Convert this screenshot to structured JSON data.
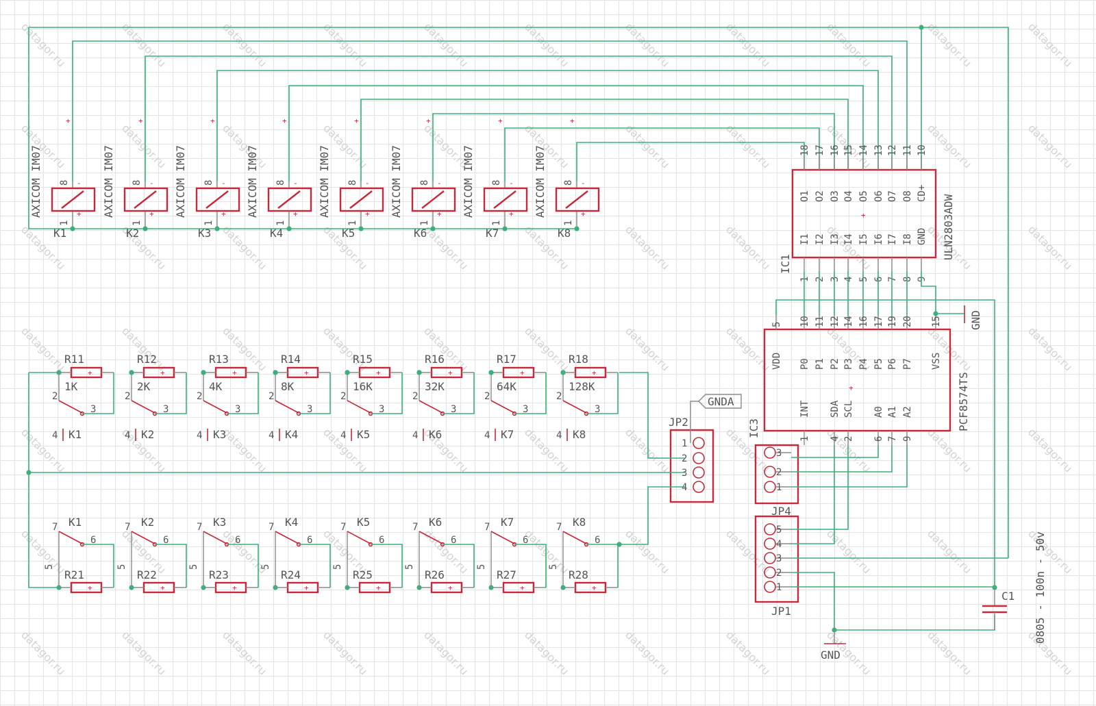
{
  "watermark": "datagor.ru",
  "colors": {
    "wire": "#3ab07a",
    "part": "#c8283a",
    "text": "#555555",
    "grid": "#e4e4e4"
  },
  "relays": [
    {
      "name": "K1",
      "type": "AXICOM IM07"
    },
    {
      "name": "K2",
      "type": "AXICOM IM07"
    },
    {
      "name": "K3",
      "type": "AXICOM IM07"
    },
    {
      "name": "K4",
      "type": "AXICOM IM07"
    },
    {
      "name": "K5",
      "type": "AXICOM IM07"
    },
    {
      "name": "K6",
      "type": "AXICOM IM07"
    },
    {
      "name": "K7",
      "type": "AXICOM IM07"
    },
    {
      "name": "K8",
      "type": "AXICOM IM07"
    }
  ],
  "relay_pins": {
    "top": "8",
    "bottom": "1",
    "minus": "-",
    "plus": "+"
  },
  "top_resistors": [
    {
      "name": "R11",
      "value": "1K"
    },
    {
      "name": "R12",
      "value": "2K"
    },
    {
      "name": "R13",
      "value": "4K"
    },
    {
      "name": "R14",
      "value": "8K"
    },
    {
      "name": "R15",
      "value": "16K"
    },
    {
      "name": "R16",
      "value": "32K"
    },
    {
      "name": "R17",
      "value": "64K"
    },
    {
      "name": "R18",
      "value": "128K"
    }
  ],
  "bottom_resistors": [
    "R21",
    "R22",
    "R23",
    "R24",
    "R25",
    "R26",
    "R27",
    "R28"
  ],
  "contacts_top": {
    "pins": [
      "2",
      "3",
      "4"
    ]
  },
  "contacts_bottom": {
    "pins": [
      "7",
      "6",
      "5"
    ]
  },
  "contact_labels": [
    "K1",
    "K2",
    "K3",
    "K4",
    "K5",
    "K6",
    "K7",
    "K8"
  ],
  "ic1": {
    "name": "IC1",
    "part": "ULN2803ADW",
    "top_pins": [
      "18",
      "17",
      "16",
      "15",
      "14",
      "13",
      "12",
      "11",
      "10"
    ],
    "top_labels": [
      "O1",
      "O2",
      "O3",
      "O4",
      "O5",
      "O6",
      "O7",
      "O8",
      "CD+"
    ],
    "bottom_labels": [
      "I1",
      "I2",
      "I3",
      "I4",
      "I5",
      "I6",
      "I7",
      "I8",
      "GND"
    ],
    "bottom_pins": [
      "1",
      "2",
      "3",
      "4",
      "5",
      "6",
      "7",
      "8",
      "9"
    ]
  },
  "ic3": {
    "name": "IC3",
    "part": "PCF8574TS",
    "top_pins": [
      "5",
      "10",
      "11",
      "12",
      "14",
      "16",
      "17",
      "19",
      "20",
      "15"
    ],
    "top_labels": [
      "VDD",
      "P0",
      "P1",
      "P2",
      "P3",
      "P4",
      "P5",
      "P6",
      "P7",
      "VSS"
    ],
    "bottom_labels": [
      "INT",
      "SDA",
      "SCL",
      "A0",
      "A1",
      "A2"
    ],
    "bottom_pins": [
      "1",
      "4",
      "2",
      "6",
      "7",
      "9"
    ]
  },
  "jp2": {
    "name": "JP2",
    "pins": [
      "1",
      "2",
      "3",
      "4"
    ],
    "net": "GNDA"
  },
  "jp4": {
    "name": "JP4",
    "pins": [
      "3",
      "2",
      "1"
    ]
  },
  "jp1": {
    "name": "JP1",
    "pins": [
      "5",
      "4",
      "3",
      "2",
      "1"
    ]
  },
  "c1": {
    "name": "C1",
    "value": "0805 - 100n - 50v"
  },
  "gnd": {
    "label": "GND"
  }
}
